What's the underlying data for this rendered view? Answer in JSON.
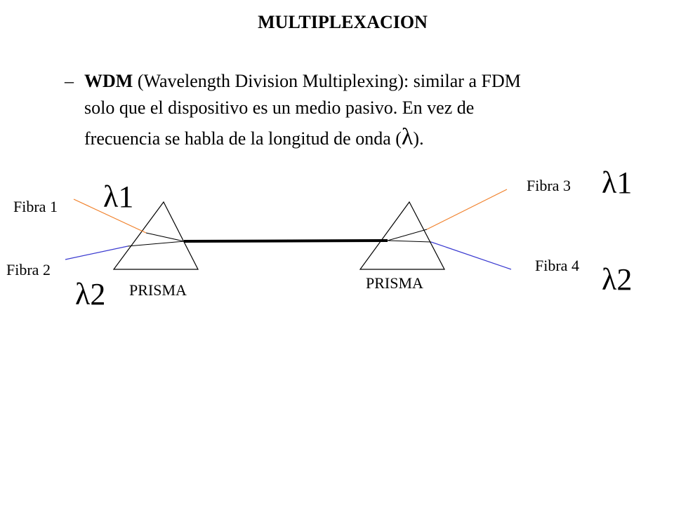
{
  "title": "MULTIPLEXACION",
  "bullet": {
    "marker": "–",
    "term": "WDM",
    "text_line1_after_term": " (Wavelength Division Multiplexing): similar a FDM",
    "text_line2": "solo que el dispositivo es un medio pasivo. En vez de",
    "text_line3_before": "frecuencia se habla de la longitud de onda (",
    "text_line3_lambda": "λ",
    "text_line3_after": ")."
  },
  "diagram": {
    "fibers": {
      "fibra1": "Fibra 1",
      "fibra2": "Fibra 2",
      "fibra3": "Fibra 3",
      "fibra4": "Fibra 4"
    },
    "wavelengths": {
      "left_top": "λ1",
      "left_bottom": "λ2",
      "right_top": "λ1",
      "right_bottom": "λ2"
    },
    "prisms": {
      "left": "PRISMA",
      "right": "PRISMA"
    },
    "colors": {
      "lambda1_ray": "#f0802a",
      "lambda2_ray": "#3a3ad0",
      "link": "#000000"
    }
  }
}
